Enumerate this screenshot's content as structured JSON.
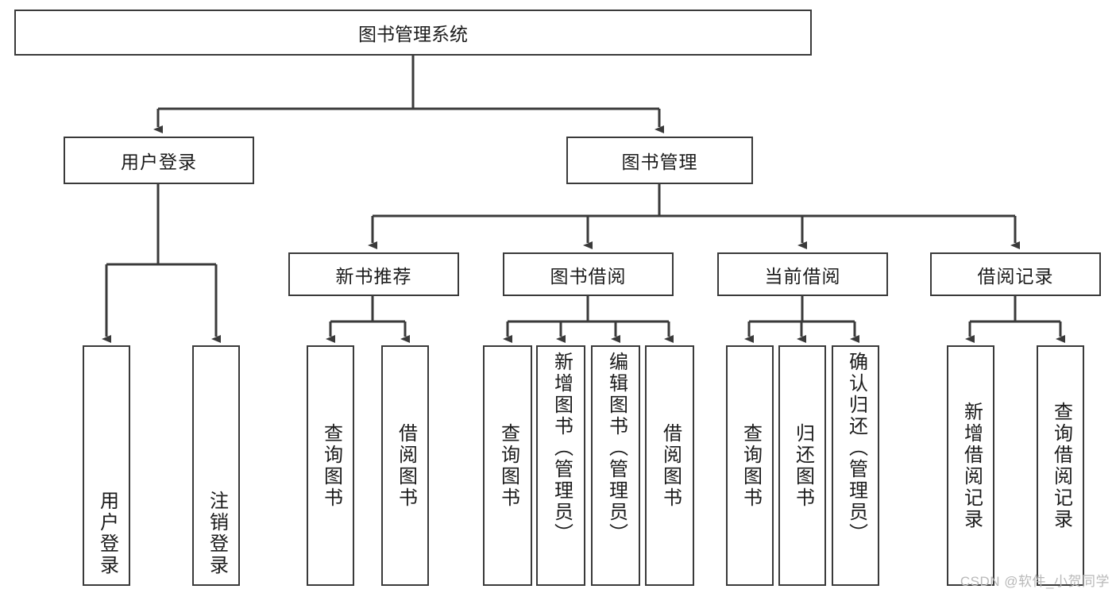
{
  "diagram": {
    "title": "图书管理系统",
    "type": "tree-diagram",
    "watermark": "CSDN @软件_小贺同学",
    "colors": {
      "stroke": "#3a3a3a",
      "fill": "#ffffff",
      "text": "#1b1b1b",
      "watermark": "#b9b9b9"
    },
    "root": {
      "label": "图书管理系统"
    },
    "level2": [
      {
        "id": "user-login",
        "label": "用户登录"
      },
      {
        "id": "book-manage",
        "label": "图书管理"
      }
    ],
    "level3": [
      {
        "id": "new-book-rec",
        "label": "新书推荐"
      },
      {
        "id": "book-borrow",
        "label": "图书借阅"
      },
      {
        "id": "current-borrow",
        "label": "当前借阅"
      },
      {
        "id": "borrow-record",
        "label": "借阅记录"
      }
    ],
    "leaves": {
      "user-login": [
        {
          "id": "leaf-user-login",
          "label": "用户登录"
        },
        {
          "id": "leaf-logout-login",
          "label": "注销登录"
        }
      ],
      "new-book-rec": [
        {
          "id": "leaf-query-book-1",
          "label": "查询图书"
        },
        {
          "id": "leaf-borrow-book-1",
          "label": "借阅图书"
        }
      ],
      "book-borrow": [
        {
          "id": "leaf-query-book-2",
          "label": "查询图书"
        },
        {
          "id": "leaf-add-book",
          "label": "新增图书（管理员）"
        },
        {
          "id": "leaf-edit-book",
          "label": "编辑图书（管理员）"
        },
        {
          "id": "leaf-borrow-book-2",
          "label": "借阅图书"
        }
      ],
      "current-borrow": [
        {
          "id": "leaf-query-book-3",
          "label": "查询图书"
        },
        {
          "id": "leaf-return-book",
          "label": "归还图书"
        },
        {
          "id": "leaf-confirm-return",
          "label": "确认归还（管理员）"
        }
      ],
      "borrow-record": [
        {
          "id": "leaf-add-record",
          "label": "新增借阅记录"
        },
        {
          "id": "leaf-query-record",
          "label": "查询借阅记录"
        }
      ]
    }
  }
}
